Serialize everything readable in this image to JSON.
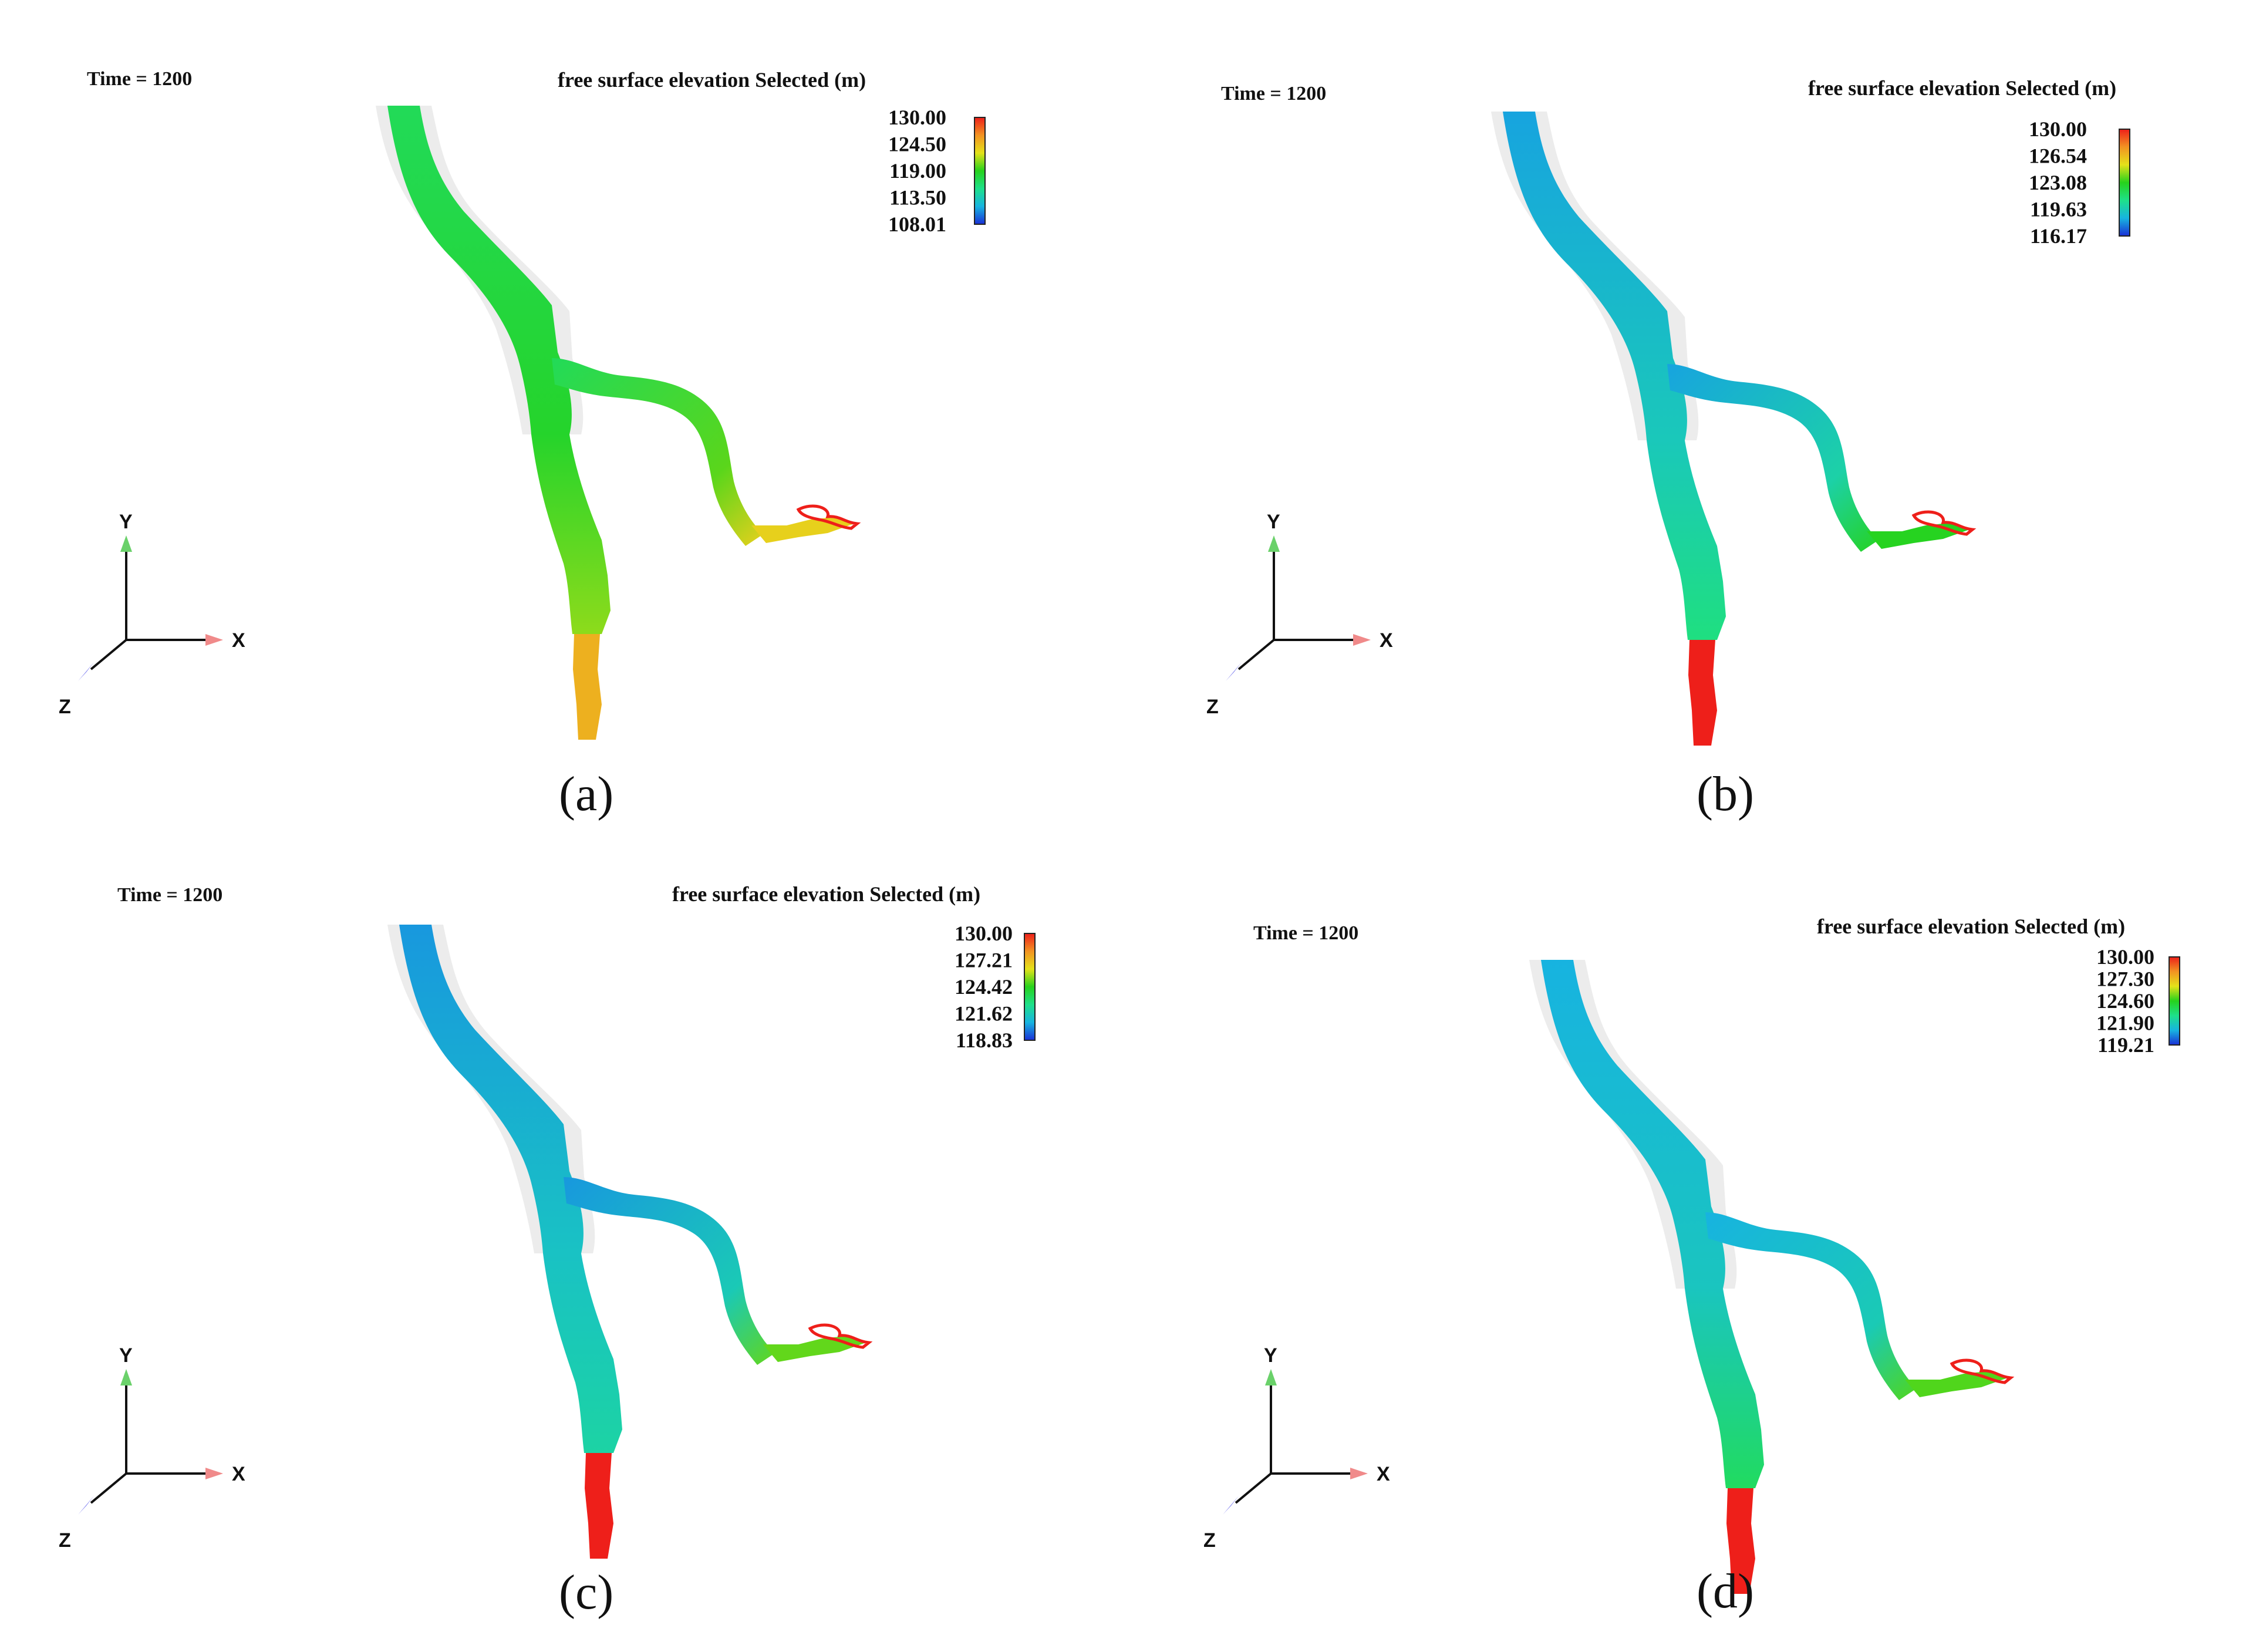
{
  "colors": {
    "riverbed": "#ececec",
    "scale": [
      "#1a2fd6",
      "#17b4e0",
      "#1ee08a",
      "#26d21c",
      "#e4e21a",
      "#f29322",
      "#ee1f1a"
    ],
    "axis_x": "#f08a8a",
    "axis_y": "#6ad16a",
    "axis_z": "#7f7ff0"
  },
  "axis_letters": {
    "x": "X",
    "y": "Y",
    "z": "Z"
  },
  "panels": [
    {
      "id": "a",
      "caption": "(a)",
      "time_label": "Time = 1200",
      "legend_title": "free surface elevation Selected (m)",
      "legend_ticks": [
        "130.00",
        "124.50",
        "119.00",
        "113.50",
        "108.01"
      ],
      "legend_range": [
        108.01,
        130.0
      ],
      "river": {
        "upper": 117.0,
        "mid": 118.5,
        "tributary_mid": 120.0,
        "tributary_end": 123.5,
        "lower": 121.0,
        "outlet": 125.0,
        "splash": 130.0
      }
    },
    {
      "id": "b",
      "caption": "(b)",
      "time_label": "Time = 1200",
      "legend_title": "free surface elevation Selected (m)",
      "legend_ticks": [
        "130.00",
        "126.54",
        "123.08",
        "119.63",
        "116.17"
      ],
      "legend_range": [
        116.17,
        130.0
      ],
      "river": {
        "upper": 118.2,
        "mid": 119.5,
        "tributary_mid": 120.0,
        "tributary_end": 123.0,
        "lower": 121.0,
        "outlet": 130.0,
        "splash": 130.0
      }
    },
    {
      "id": "c",
      "caption": "(c)",
      "time_label": "Time = 1200",
      "legend_title": "free surface elevation Selected (m)",
      "legend_ticks": [
        "130.00",
        "127.21",
        "124.42",
        "121.62",
        "118.83"
      ],
      "legend_range": [
        118.83,
        130.0
      ],
      "river": {
        "upper": 120.3,
        "mid": 121.3,
        "tributary_mid": 121.6,
        "tributary_end": 125.0,
        "lower": 122.0,
        "outlet": 130.0,
        "splash": 130.0
      }
    },
    {
      "id": "d",
      "caption": "(d)",
      "time_label": "Time = 1200",
      "legend_title": "free surface elevation Selected (m)",
      "legend_ticks": [
        "130.00",
        "127.30",
        "124.60",
        "121.90",
        "119.21"
      ],
      "legend_range": [
        119.21,
        130.0
      ],
      "river": {
        "upper": 121.0,
        "mid": 121.7,
        "tributary_mid": 121.9,
        "tributary_end": 125.0,
        "lower": 123.5,
        "outlet": 130.0,
        "splash": 130.0
      }
    }
  ]
}
